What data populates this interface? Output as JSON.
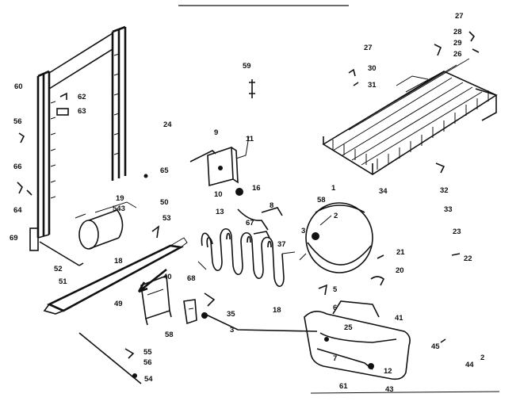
{
  "labels": {
    "l60": "60",
    "l62": "62",
    "l63": "63",
    "l56": "56",
    "l24": "24",
    "l66": "66",
    "l64": "64",
    "l65": "65",
    "l69": "69",
    "l19": "19",
    "l543": "543",
    "l50": "50",
    "l53": "53",
    "l18": "18",
    "l52": "52",
    "l51": "51",
    "l49": "49",
    "l40": "40",
    "l58a": "58",
    "l68": "68",
    "l55": "55",
    "l56b": "56",
    "l54": "54",
    "l59": "59",
    "l9": "9",
    "l11": "11",
    "l10": "10",
    "l13": "13",
    "l16": "16",
    "l67": "67",
    "l8": "8",
    "l37": "37",
    "l58b": "58",
    "l1": "1",
    "l2": "2",
    "l3": "3",
    "l5": "5",
    "l35": "35",
    "l3b": "3",
    "l18b": "18",
    "l6": "6",
    "l25": "25",
    "l41": "41",
    "l7": "7",
    "l12": "12",
    "l61": "61",
    "l43": "43",
    "l27a": "27",
    "l28": "28",
    "l29": "29",
    "l26": "26",
    "l27b": "27",
    "l30": "30",
    "l31": "31",
    "l34": "34",
    "l32": "32",
    "l33": "33",
    "l23": "23",
    "l21": "21",
    "l22": "22",
    "l20": "20",
    "l45": "45",
    "l44": "44",
    "l2b": "2"
  }
}
